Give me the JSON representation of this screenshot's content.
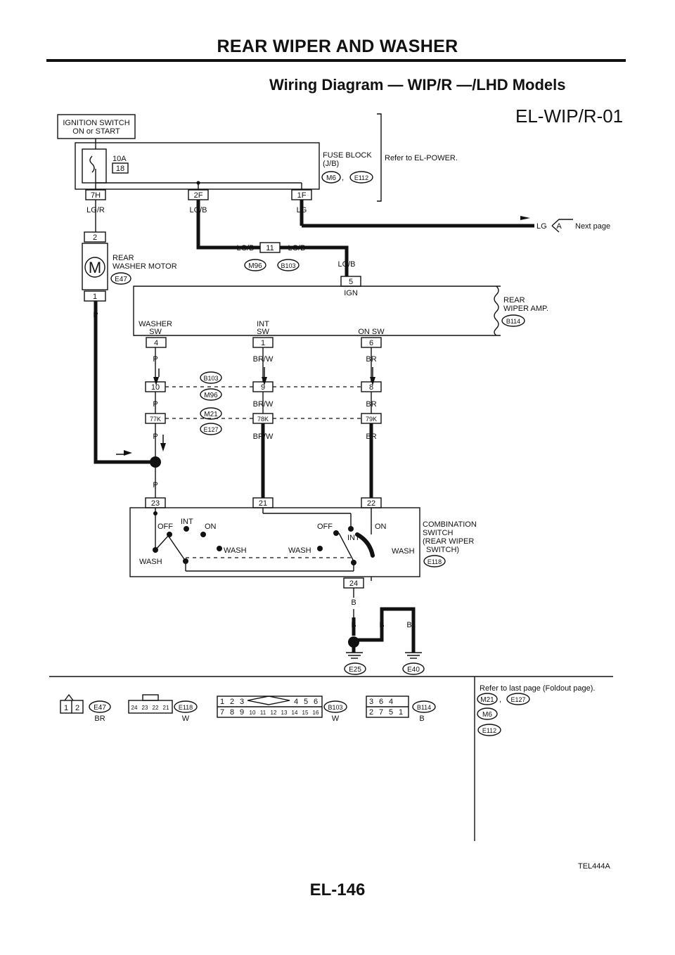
{
  "header": "REAR WIPER AND WASHER",
  "title": "Wiring Diagram — WIP/R —/LHD Models",
  "diagram_code": "EL-WIP/R-01",
  "ignition": {
    "line1": "IGNITION SWITCH",
    "line2": "ON or START"
  },
  "fuse": {
    "amps": "10A",
    "number": "18",
    "block1": "FUSE BLOCK",
    "block2": "(J/B)",
    "conn1": "M6",
    "conn2": "E112",
    "refer": "Refer to EL-POWER."
  },
  "terminals": {
    "t7h": "7H",
    "t2f": "2F",
    "t1f": "1F"
  },
  "wires": {
    "lgr": "LG/R",
    "lgb": "LG/B",
    "lg": "LG",
    "p": "P",
    "brw": "BR/W",
    "br": "BR",
    "b": "B"
  },
  "next": {
    "wire": "LG",
    "letter": "A",
    "text": "Next page"
  },
  "joint": {
    "pin": "11",
    "left_conn": "M96",
    "right_conn": "B103"
  },
  "motor": {
    "pin_top": "2",
    "pin_bottom": "1",
    "symbol": "M",
    "name1": "REAR",
    "name2": "WASHER MOTOR",
    "conn": "E47"
  },
  "amp": {
    "ign_pin": "5",
    "ign_label": "IGN",
    "name1": "REAR",
    "name2": "WIPER AMP.",
    "conn": "B114",
    "washer1": "WASHER",
    "washer2": "SW",
    "int1": "INT",
    "int2": "SW",
    "on_sw": "ON SW",
    "pin_w": "4",
    "pin_i": "1",
    "pin_o": "6"
  },
  "conn_row1": {
    "a": "10",
    "b": "9",
    "c": "8",
    "label1": "B103",
    "label2": "M96"
  },
  "conn_row2": {
    "a": "77K",
    "b": "78K",
    "c": "79K",
    "label1": "M21",
    "label2": "E127"
  },
  "combo": {
    "pin23": "23",
    "pin21": "21",
    "pin22": "22",
    "pin24": "24",
    "off": "OFF",
    "int": "INT",
    "on": "ON",
    "wash": "WASH",
    "name1": "COMBINATION",
    "name2": "SWITCH",
    "name3": "(REAR WIPER",
    "name4": "SWITCH)",
    "conn": "E118"
  },
  "grounds": {
    "g1": "E25",
    "g2": "E40"
  },
  "connectors": {
    "e47": {
      "pins": [
        "1",
        "2"
      ],
      "id": "E47",
      "color": "BR"
    },
    "e118": {
      "pins": [
        "24",
        "23",
        "22",
        "21"
      ],
      "id": "E118",
      "color": "W"
    },
    "b103": {
      "row1": [
        "1",
        "2",
        "3",
        "4",
        "5",
        "6"
      ],
      "row2": [
        "7",
        "8",
        "9",
        "10",
        "11",
        "12",
        "13",
        "14",
        "15",
        "16"
      ],
      "id": "B103",
      "color": "W"
    },
    "b114": {
      "row1": [
        "3",
        "6",
        "4"
      ],
      "row2": [
        "2",
        "7",
        "5",
        "1"
      ],
      "id": "B114",
      "color": "B"
    }
  },
  "refer_box": {
    "text": "Refer to last page (Foldout page).",
    "c1": "M21",
    "c2": "E127",
    "c3": "M6",
    "c4": "E112"
  },
  "footer_ref": "TEL444A",
  "page_number": "EL-146"
}
